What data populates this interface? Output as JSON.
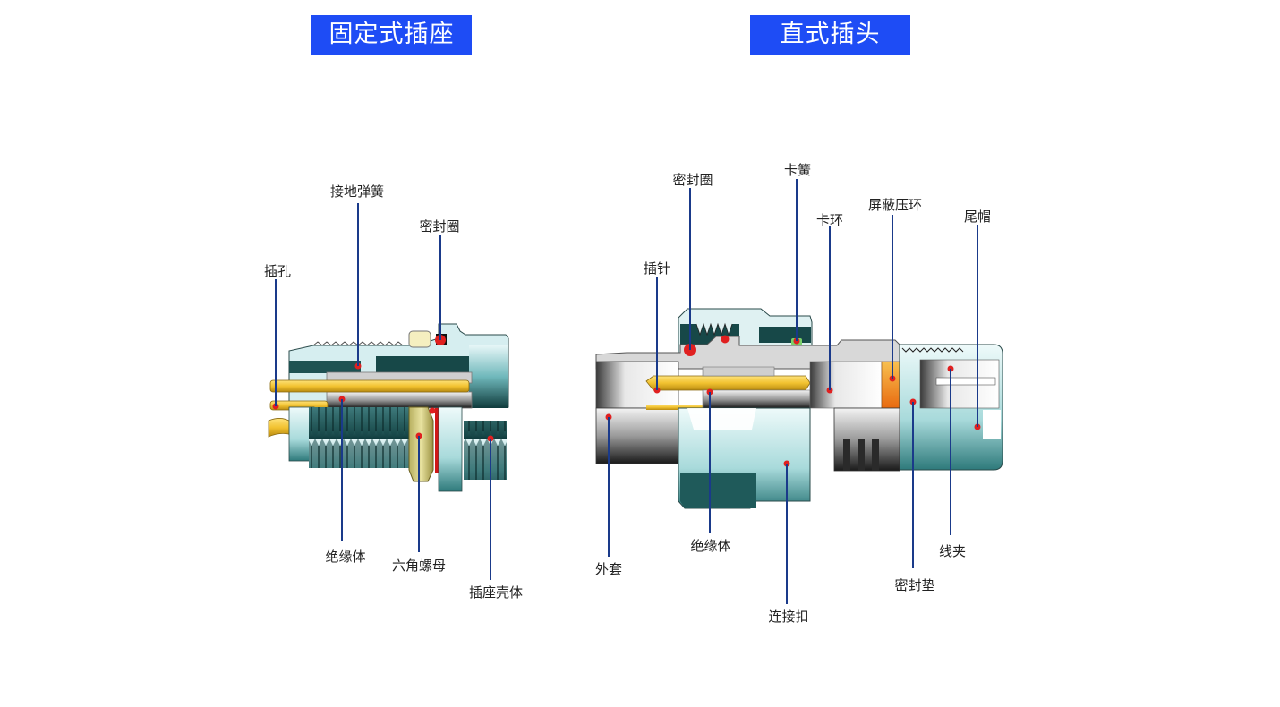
{
  "colors": {
    "title_bg": "#1e4cf5",
    "leader_line": "#1a3a8a",
    "marker": "#e02020",
    "gold": "#f2c230",
    "teal_light": "#d8eef0",
    "teal_dark": "#1f5a5a",
    "silver": "#c8c8c8",
    "seal_red": "#e02020",
    "orange": "#f08a20"
  },
  "left_diagram": {
    "title": "固定式插座",
    "labels": [
      {
        "id": "jack-hole",
        "text": "插孔"
      },
      {
        "id": "ground-spring",
        "text": "接地弹簧"
      },
      {
        "id": "seal-ring",
        "text": "密封圈"
      },
      {
        "id": "insulator",
        "text": "绝缘体"
      },
      {
        "id": "hex-nut",
        "text": "六角螺母"
      },
      {
        "id": "socket-shell",
        "text": "插座壳体"
      }
    ]
  },
  "right_diagram": {
    "title": "直式插头",
    "labels": [
      {
        "id": "seal-ring",
        "text": "密封圈"
      },
      {
        "id": "snap-spring",
        "text": "卡簧"
      },
      {
        "id": "pin",
        "text": "插针"
      },
      {
        "id": "snap-ring",
        "text": "卡环"
      },
      {
        "id": "shield-clamp-ring",
        "text": "屏蔽压环"
      },
      {
        "id": "tail-cap",
        "text": "尾帽"
      },
      {
        "id": "outer-sleeve",
        "text": "外套"
      },
      {
        "id": "insulator",
        "text": "绝缘体"
      },
      {
        "id": "coupling-nut",
        "text": "连接扣"
      },
      {
        "id": "seal-gasket",
        "text": "密封垫"
      },
      {
        "id": "cable-clamp",
        "text": "线夹"
      }
    ]
  }
}
